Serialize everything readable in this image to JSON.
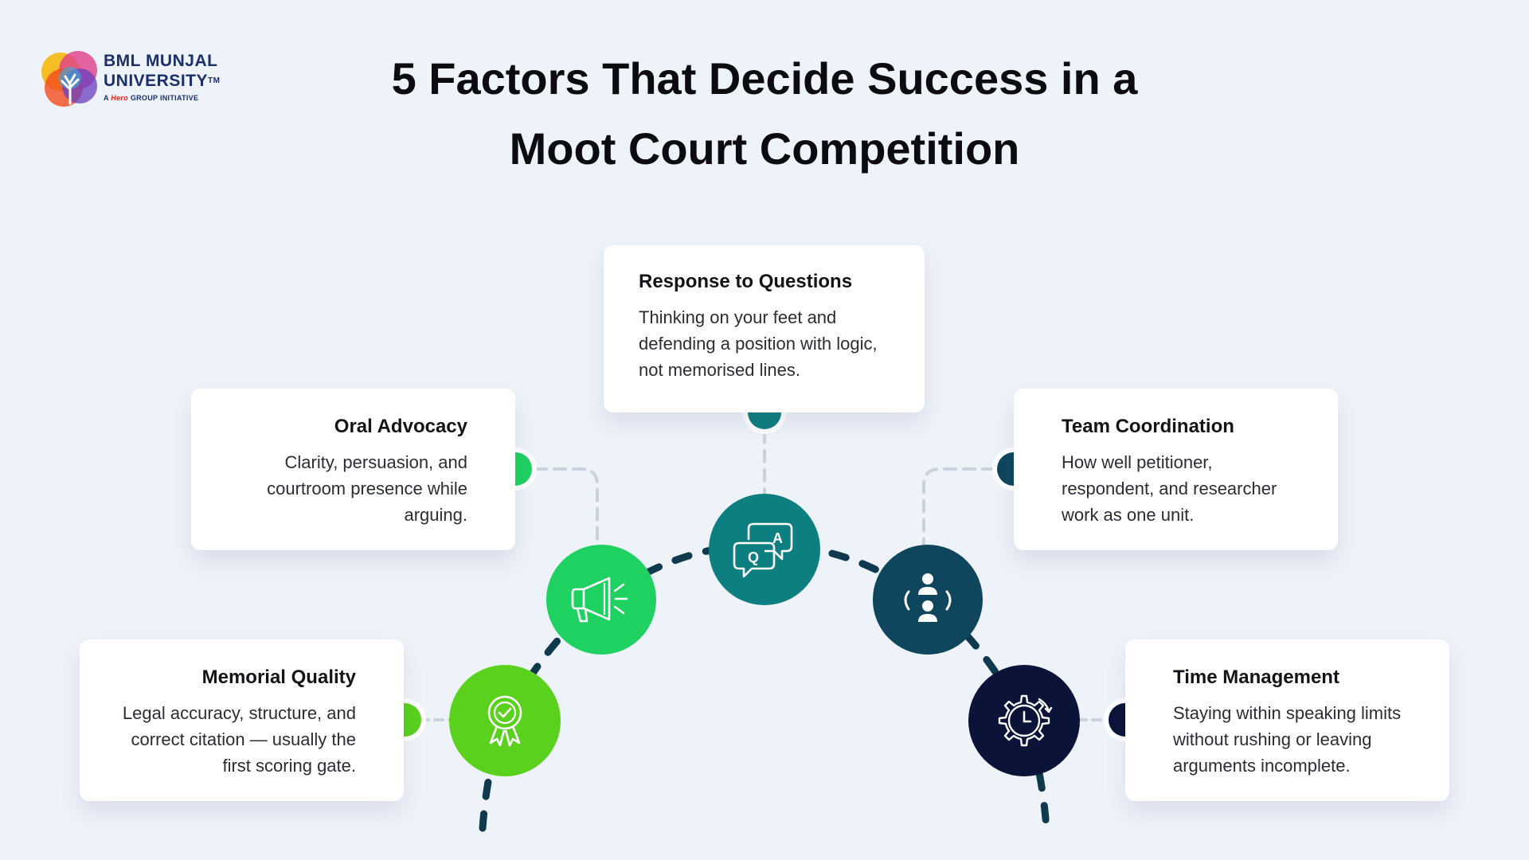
{
  "brand": {
    "line1": "BML MUNJAL",
    "line2": "UNIVERSITY",
    "trademark": "TM",
    "tagline_prefix": "A",
    "tagline_brand": "Hero",
    "tagline_suffix": "GROUP INITIATIVE"
  },
  "title": {
    "line1": "5 Factors That Decide Success in a",
    "line2": "Moot Court Competition"
  },
  "colors": {
    "background": "#eef2f9",
    "light_green": "#5ad11d",
    "green": "#1fd160",
    "teal": "#0e7f80",
    "dark_teal": "#0f465e",
    "navy": "#0b1438",
    "connector": "#0f3a4e"
  },
  "factors": [
    {
      "id": "memorial",
      "title": "Memorial Quality",
      "description": "Legal accuracy, structure, and correct citation — usually the first scoring gate.",
      "icon": "award-ribbon-icon",
      "color": "#5ad11d"
    },
    {
      "id": "oral",
      "title": "Oral Advocacy",
      "description": "Clarity, persuasion, and courtroom presence while arguing.",
      "icon": "megaphone-icon",
      "color": "#1fd160"
    },
    {
      "id": "response",
      "title": "Response to Questions",
      "description": "Thinking on your feet and defending a position with logic, not memorised lines.",
      "icon": "qa-chat-icon",
      "color": "#0e7f80",
      "icon_letters": [
        "A",
        "Q"
      ]
    },
    {
      "id": "team",
      "title": "Team Coordination",
      "description": "How well petitioner, respondent, and researcher work as one unit.",
      "icon": "team-icon",
      "color": "#0f465e"
    },
    {
      "id": "time",
      "title": "Time Management",
      "description": "Staying within speaking limits without rushing or leaving arguments incomplete.",
      "icon": "clock-gear-icon",
      "color": "#0b1438"
    }
  ]
}
